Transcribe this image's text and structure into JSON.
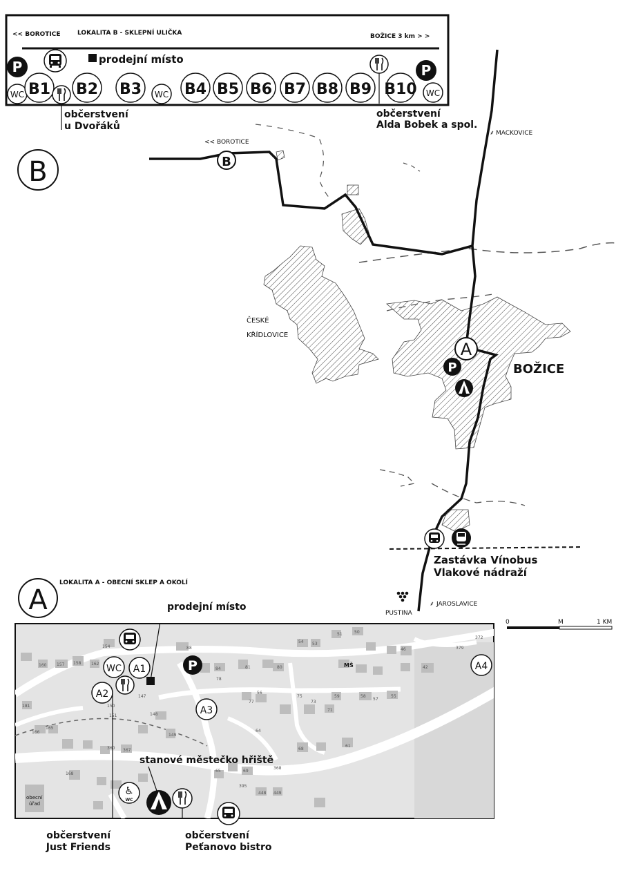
{
  "panel_b": {
    "header_left": "<< BOROTICE",
    "header_title": "LOKALITA B - SKLEPNÍ ULIČKA",
    "header_right": "BOŽICE   3 km  > >",
    "sales_point": "prodejní místo",
    "cellars": [
      "B1",
      "B2",
      "B3",
      "B4",
      "B5",
      "B6",
      "B7",
      "B8",
      "B9",
      "B10"
    ],
    "wc": "WC",
    "parking": "P",
    "refresh_left_1": "občerstvení",
    "refresh_left_2": "u Dvořáků",
    "refresh_right_1": "občerstvení",
    "refresh_right_2": "Alda Bobek a spol."
  },
  "overview": {
    "b_big": "B",
    "b_marker": "B",
    "borotice": "<< BOROTICE",
    "mackovice": "MACKOVICE",
    "ceske_1": "ČESKÉ",
    "ceske_2": "KŘÍDLOVICE",
    "bozice": "BOŽICE",
    "a_marker": "A",
    "parking": "P",
    "stop_1": "Zastávka Vínobus",
    "stop_2": "Vlakové nádraží",
    "pustina": "PUSTINA",
    "jaroslavice": "JAROSLAVICE",
    "scale_0": "0",
    "scale_m": "M",
    "scale_1": "1 KM"
  },
  "panel_a": {
    "a_big": "A",
    "title": "LOKALITA A - OBECNÍ SKLEP A OKOLÍ",
    "sales_point": "prodejní místo",
    "wc": "WC",
    "a1": "A1",
    "a2": "A2",
    "a3": "A3",
    "a4": "A4",
    "parking": "P",
    "tents": "stanové městečko hřiště",
    "refresh_left_1": "občerstvení",
    "refresh_left_2": "Just Friends",
    "refresh_right_1": "občerstvení",
    "refresh_right_2": "Peťanovo bistro",
    "office_1": "obecní",
    "office_2": "úřad",
    "ms": "MŠ",
    "wc_small": "WC",
    "house_numbers": [
      "154",
      "157",
      "158",
      "160",
      "162",
      "88",
      "84",
      "81",
      "80",
      "78",
      "51",
      "50",
      "53",
      "54",
      "46",
      "372",
      "379",
      "42",
      "57",
      "56",
      "58",
      "59",
      "55",
      "75",
      "71",
      "73",
      "68",
      "64",
      "65",
      "61",
      "69",
      "147",
      "148",
      "149",
      "150",
      "151",
      "165",
      "166",
      "181",
      "360",
      "367",
      "368",
      "395",
      "448",
      "449",
      "168",
      "77"
    ]
  },
  "colors": {
    "ink": "#111111",
    "map_bg": "#e4e4e4",
    "building": "#bdbdbd",
    "road": "#ffffff",
    "hatch": "#444444"
  }
}
